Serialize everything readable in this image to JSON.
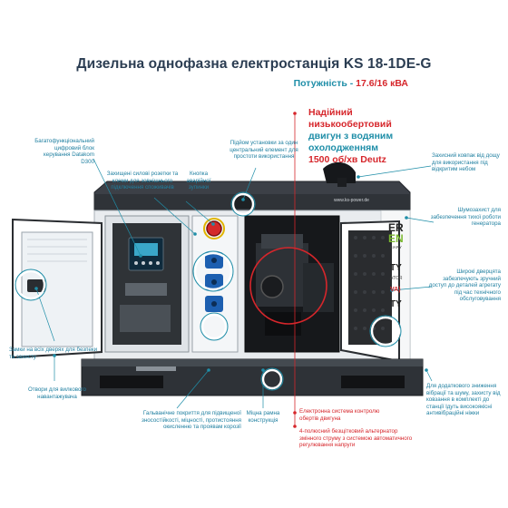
{
  "title": {
    "main": "Дизельна однофазна електростанція",
    "model": "KS 18-1DE-G"
  },
  "power": {
    "label": "Потужність -",
    "value": "17.6/16 кВА"
  },
  "highlight": {
    "line1": "Надійний низькообертовий",
    "line2": "двигун з водяним охолодженням",
    "line3": "1500 об/хв Deutz"
  },
  "panel": {
    "url": "www.ks-power.de",
    "side_letters": [
      "ER",
      "EN"
    ],
    "side_small": "LIARY",
    "side_mid": "TY",
    "side_mid2": "ATOR",
    "side_power": "VA)",
    "side_bottom": "TY"
  },
  "labels": {
    "control_unit": "Багатофункціональний цифровий блок керування Datakom D300",
    "sockets": "Захищені силові розетки та клеми для зовнішнього підключення споживачів",
    "stop_button": "Кнопка аварійної зупинки",
    "lifting": "Підйом установки за один центральний елемент для простоти використання",
    "cover": "Захисний ковпак від дощу для використання під відкритим небом",
    "noise": "Шумозахист для забезпечення тихої роботи генератора",
    "doors": "Широкі дверцята забезпечують зручний доступ до деталей агрегату під час технічного обслуговування",
    "locks": "Замки на всіх дверях для безпеки та захисту",
    "forklift": "Отвори для вилкового навантажувача",
    "coating": "Гальванічне покриття для підвищеної зносостійкості, міцності, протистояння окисленню та проявам корозії",
    "frame": "Міцна рамна конструкція",
    "vibration": "Для додаткового зниження вібрації та шуму, захисту від ковзання в комплекті до станції Ідуть високоякісні антивібраційні ніжки",
    "engine_control": "Електронна система контролю обертів двигуна",
    "alternator": "4-полюсний безщітковий альтернатор змінного струму з системою автоматичного регулювання напруги"
  },
  "colors": {
    "accent": "#1f8ea8",
    "red": "#d6262b",
    "title": "#2b3d52"
  }
}
